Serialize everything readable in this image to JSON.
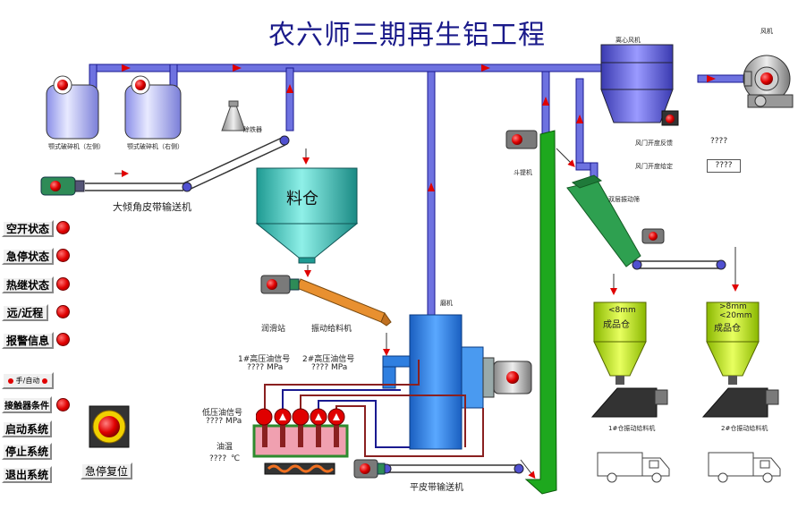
{
  "title": "农六师三期再生铝工程",
  "equipment": {
    "crusher_left": "颚式破碎机（左侧）",
    "crusher_right": "颚式破碎机（右侧）",
    "iron_remover": "除铁器",
    "big_conveyor": "大倾角皮带输送机",
    "bin": "料仓",
    "centrifugal_fan": "离心风机",
    "fan": "风机",
    "bucket_elevator": "斗提机",
    "double_screen": "双层振动筛",
    "mill": "磨机",
    "lube_station": "润滑站",
    "vibro_feeder": "振动给料机",
    "flat_conveyor": "平皮带输送机",
    "product_bin_1_line1": "<8mm",
    "product_bin_1_line2": "成品仓",
    "product_bin_2_line1": ">8mm",
    "product_bin_2_line2": "<20mm",
    "product_bin_2_line3": "成品仓",
    "vib_feeder_1": "1#仓振动给料机",
    "vib_feeder_2": "2#仓振动给料机"
  },
  "readouts": {
    "valve_feedback_label": "风门开度反馈",
    "valve_feedback_value": "????",
    "valve_setting_label": "风门开度给定",
    "valve_setting_value": "????",
    "hp1_label": "1#高压油信号",
    "hp1_value": "????",
    "hp1_unit": "MPa",
    "hp2_label": "2#高压油信号",
    "hp2_value": "????",
    "hp2_unit": "MPa",
    "lp_label": "低压油信号",
    "lp_value": "????",
    "lp_unit": "MPa",
    "oil_temp_label": "油温",
    "oil_temp_value": "????",
    "oil_temp_unit": "℃"
  },
  "status_buttons": [
    {
      "label": "空开状态"
    },
    {
      "label": "急停状态"
    },
    {
      "label": "热继状态"
    },
    {
      "label": "远/近程"
    },
    {
      "label": "报警信息"
    }
  ],
  "controls": {
    "mode_switch": "手/自动",
    "contactor": "接触器条件",
    "start": "启动系统",
    "stop": "停止系统",
    "exit": "退出系统",
    "estop_reset": "急停复位"
  },
  "colors": {
    "pipe": "#5b5fd8",
    "pipe_dark": "#1a1a90",
    "arrow": "#e00000",
    "motor_green": "#2e8b57",
    "mill_blue": "#2f7fe0",
    "bin_cyan": "#2fb8b0",
    "elevator_green": "#1ea81e",
    "screen_green": "#2ea050",
    "product_green": "#b8e020",
    "chute_orange": "#e89030",
    "oil_tank_pink": "#f0a0b0"
  }
}
